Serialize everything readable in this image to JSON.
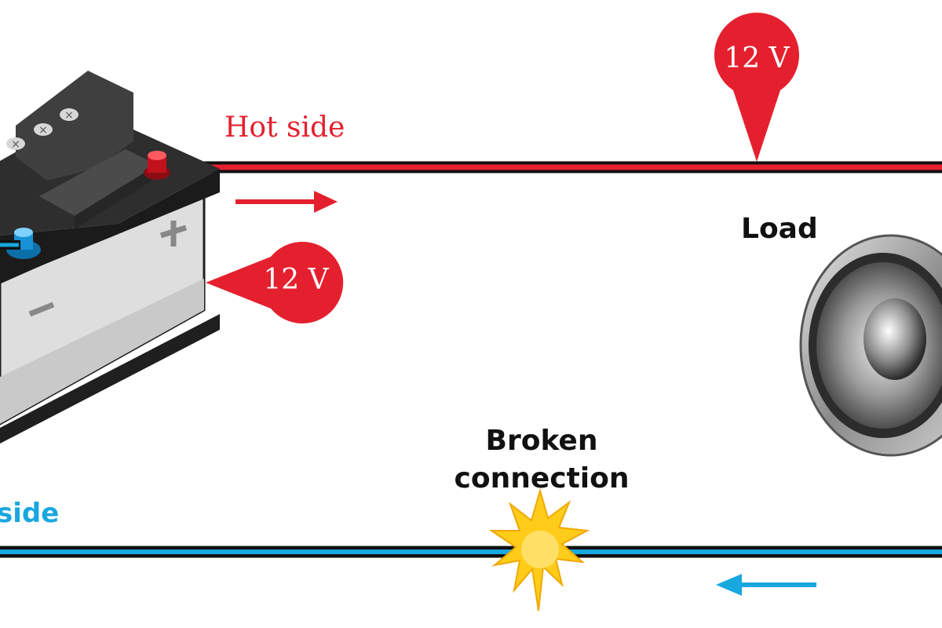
{
  "labels": {
    "hot_side": "Hot side",
    "ground_side": "side",
    "load": "Load",
    "broken_line1": "Broken",
    "broken_line2": "connection"
  },
  "pins": {
    "top_voltage": "12 V",
    "side_voltage": "12 V"
  },
  "colors": {
    "hot_wire": "#e5202e",
    "ground_wire": "#19a7e0",
    "wire_outline": "#111111",
    "spark": "#ffcc1a"
  },
  "icons": [
    "battery-icon",
    "speaker-icon",
    "spark-icon",
    "location-pin-icon",
    "arrow-right-icon",
    "arrow-left-icon"
  ]
}
